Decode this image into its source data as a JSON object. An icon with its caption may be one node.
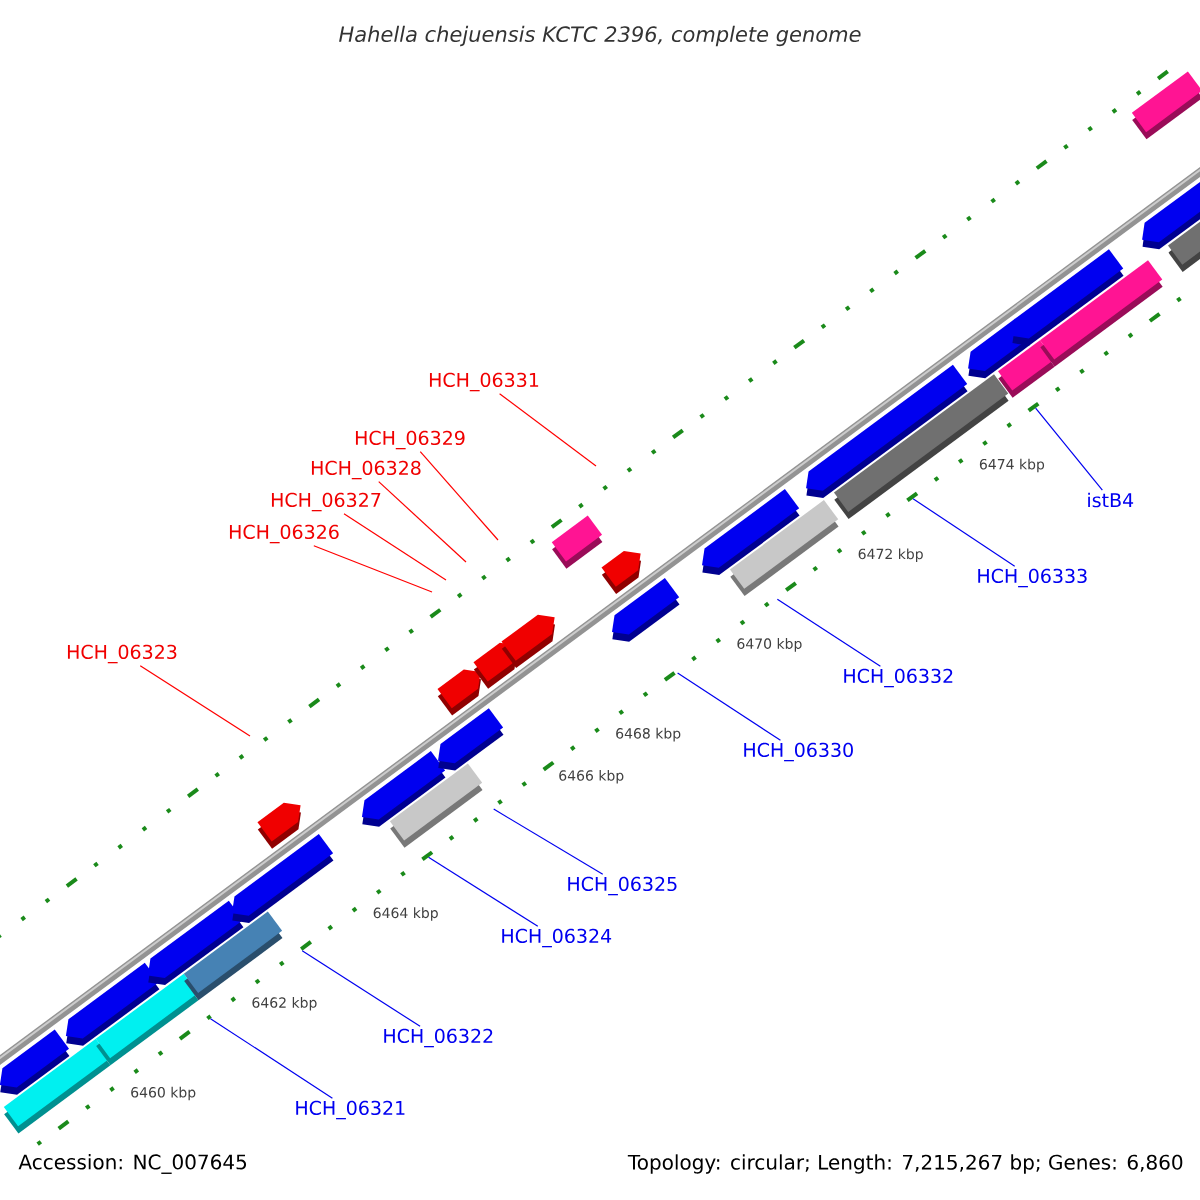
{
  "diagram": {
    "title": "Hahella chejuensis KCTC 2396, complete genome",
    "nodes": [
      {
        "text": [
          "HCH_06331"
        ]
      },
      {
        "text": [
          "HCH_06329"
        ]
      },
      {
        "text": [
          "HCH_06328"
        ]
      },
      {
        "text": [
          "HCH_06327"
        ]
      },
      {
        "text": [
          "HCH_06326"
        ]
      },
      {
        "text": [
          "HCH_06323"
        ]
      },
      {
        "text": [
          "istB4"
        ]
      },
      {
        "text": [
          "HCH_06333"
        ]
      },
      {
        "text": [
          "HCH_06332"
        ]
      },
      {
        "text": [
          "HCH_06330"
        ]
      },
      {
        "text": [
          "HCH_06325"
        ]
      },
      {
        "text": [
          "HCH_06324"
        ]
      },
      {
        "text": [
          "HCH_06322"
        ]
      },
      {
        "text": [
          "HCH_06321"
        ]
      }
    ],
    "edges": [
      {
        "from": 0,
        "to": null,
        "arrow": "none",
        "color": "#ff0000"
      },
      {
        "from": 1,
        "to": null,
        "arrow": "none",
        "color": "#ff0000"
      },
      {
        "from": 2,
        "to": null,
        "arrow": "none",
        "color": "#ff0000"
      },
      {
        "from": 3,
        "to": null,
        "arrow": "none",
        "color": "#ff0000"
      },
      {
        "from": 4,
        "to": null,
        "arrow": "none",
        "color": "#ff0000"
      },
      {
        "from": 5,
        "to": null,
        "arrow": "none",
        "color": "#ff0000"
      },
      {
        "from": 6,
        "to": null,
        "arrow": "none"
      },
      {
        "from": 7,
        "to": null,
        "arrow": "none"
      },
      {
        "from": 8,
        "to": null,
        "arrow": "none"
      },
      {
        "from": 9,
        "to": null,
        "arrow": "none"
      },
      {
        "from": 10,
        "to": null,
        "arrow": "none"
      },
      {
        "from": 11,
        "to": null,
        "arrow": "none"
      },
      {
        "from": 12,
        "to": null,
        "arrow": "none"
      },
      {
        "from": 13,
        "to": null,
        "arrow": "none"
      }
    ],
    "labels": [
      "6474 kbp",
      "6472 kbp",
      "6470 kbp",
      "6468 kbp",
      "6466 kbp",
      "6464 kbp",
      "6462 kbp",
      "6460 kbp",
      "Accession: NC_007645",
      "Topology: circular; Length: 7,215,267 bp; Genes: 6,860"
    ]
  }
}
